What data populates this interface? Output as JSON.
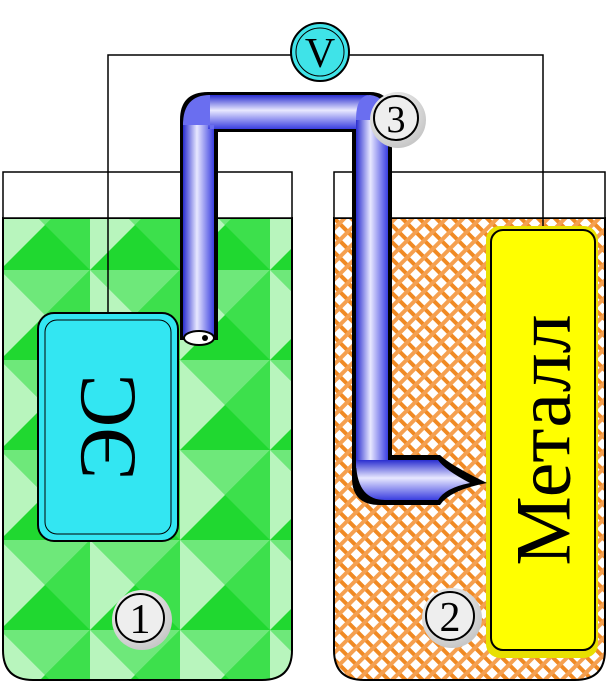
{
  "labels": {
    "voltmeter": "V",
    "reference_electrode": "ЭС",
    "metal_electrode": "Металл",
    "marker_1": "1",
    "marker_2": "2",
    "marker_3": "3"
  },
  "colors": {
    "left_solution": "#22dd33",
    "right_solution": "#f08a24",
    "reference_electrode": "#33e6f2",
    "metal_electrode": "#ffff00",
    "salt_bridge": "#4a4ee0",
    "voltmeter": "#3fe3e8"
  }
}
